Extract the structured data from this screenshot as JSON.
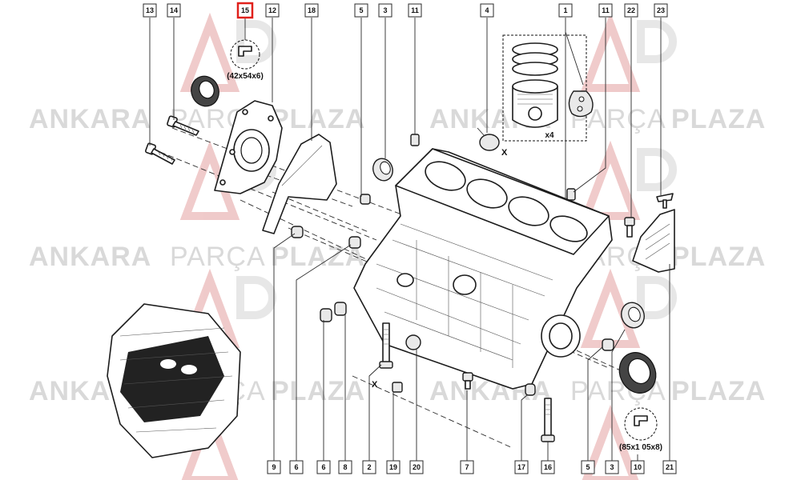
{
  "watermark": {
    "brand_a": "ANKARA",
    "brand_b": "PARÇA",
    "brand_c": "PLAZA"
  },
  "highlight_color": "#e0201b",
  "refs_top": [
    {
      "id": "r13",
      "label": "13"
    },
    {
      "id": "r14",
      "label": "14"
    },
    {
      "id": "r15",
      "label": "15",
      "highlighted": true
    },
    {
      "id": "r12",
      "label": "12"
    },
    {
      "id": "r18",
      "label": "18"
    },
    {
      "id": "r5t",
      "label": "5"
    },
    {
      "id": "r3t",
      "label": "3"
    },
    {
      "id": "r11a",
      "label": "11"
    },
    {
      "id": "r4",
      "label": "4"
    },
    {
      "id": "r1",
      "label": "1"
    },
    {
      "id": "r11b",
      "label": "11"
    },
    {
      "id": "r22",
      "label": "22"
    },
    {
      "id": "r23",
      "label": "23"
    }
  ],
  "refs_bottom": [
    {
      "id": "r9",
      "label": "9"
    },
    {
      "id": "r6a",
      "label": "6"
    },
    {
      "id": "r6b",
      "label": "6"
    },
    {
      "id": "r8",
      "label": "8"
    },
    {
      "id": "r2",
      "label": "2"
    },
    {
      "id": "r19",
      "label": "19"
    },
    {
      "id": "r20",
      "label": "20"
    },
    {
      "id": "r7",
      "label": "7"
    },
    {
      "id": "r17",
      "label": "17"
    },
    {
      "id": "r16",
      "label": "16"
    },
    {
      "id": "r5b",
      "label": "5"
    },
    {
      "id": "r3b",
      "label": "3"
    },
    {
      "id": "r10",
      "label": "10"
    },
    {
      "id": "r21",
      "label": "21"
    }
  ],
  "notes": {
    "seal_small": "(42x54x6)",
    "seal_large": "(85x1 05x8)",
    "piston_qty": "x4",
    "x_mark": "X"
  }
}
